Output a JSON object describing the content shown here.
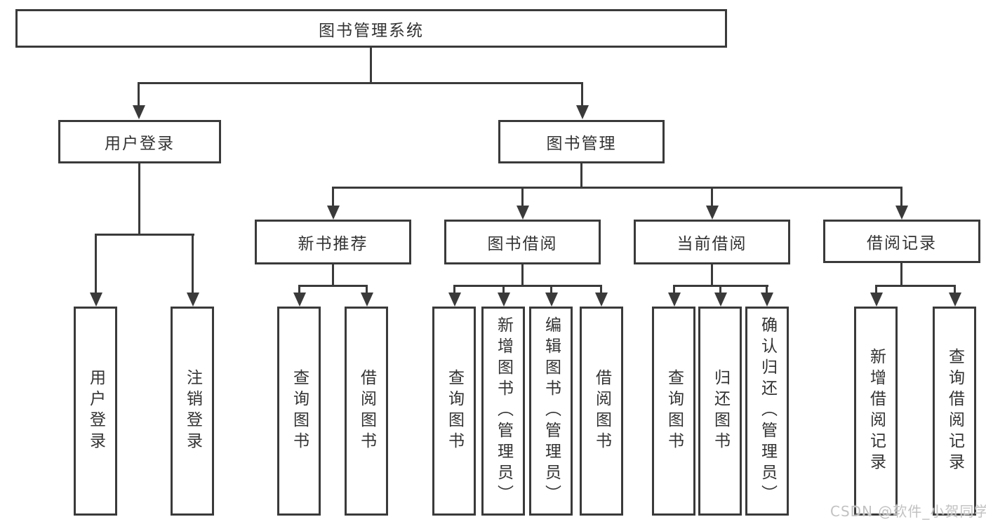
{
  "tree": {
    "label": "图书管理系统",
    "children": [
      {
        "label": "用户登录",
        "children": [
          {
            "label": "用户登录"
          },
          {
            "label": "注销登录"
          }
        ]
      },
      {
        "label": "图书管理",
        "children": [
          {
            "label": "新书推荐",
            "children": [
              {
                "label": "查询图书"
              },
              {
                "label": "借阅图书"
              }
            ]
          },
          {
            "label": "图书借阅",
            "children": [
              {
                "label": "查询图书"
              },
              {
                "label": "新增图书（管理员）"
              },
              {
                "label": "编辑图书（管理员）"
              },
              {
                "label": "借阅图书"
              }
            ]
          },
          {
            "label": "当前借阅",
            "children": [
              {
                "label": "查询图书"
              },
              {
                "label": "归还图书"
              },
              {
                "label": "确认归还（管理员）"
              }
            ]
          },
          {
            "label": "借阅记录",
            "children": [
              {
                "label": "新增借阅记录"
              },
              {
                "label": "查询借阅记录"
              }
            ]
          }
        ]
      }
    ]
  },
  "watermark": "CSDN @软件_小贺同学",
  "colors": {
    "line": "#3a3a3a",
    "text": "#333333",
    "box_fill": "#ffffff",
    "background": "#ffffff",
    "watermark": "#c2c2c2"
  }
}
